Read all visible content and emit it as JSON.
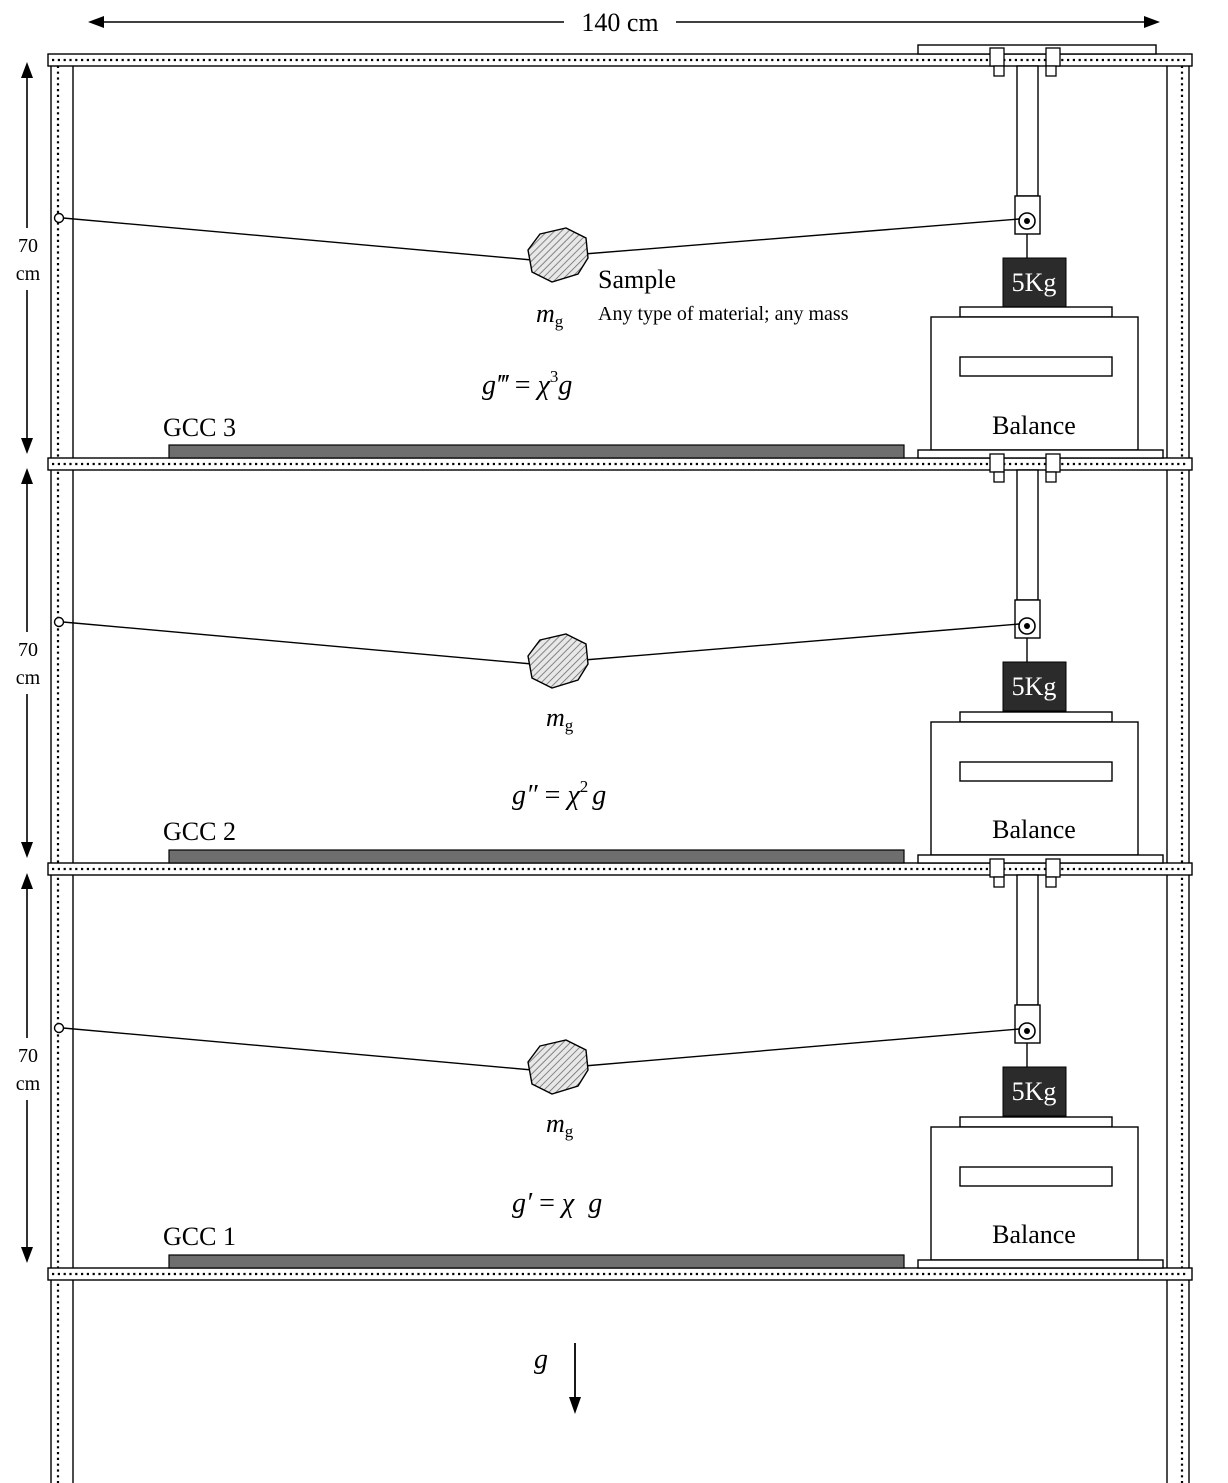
{
  "width_label": "140 cm",
  "shelves": [
    {
      "id": "3",
      "height_value": "70",
      "height_unit": "cm",
      "gcc_label": "GCC 3",
      "weight_label": "5Kg",
      "balance_label": "Balance",
      "mass_symbol": "m",
      "mass_subscript": "g",
      "sample_label": "Sample",
      "sample_note": "Any type of material; any mass",
      "formula_lhs": "g",
      "formula_prime": "‴",
      "formula_eq": " = ",
      "formula_chi": "χ",
      "formula_exp": "3",
      "formula_rhs": "g"
    },
    {
      "id": "2",
      "height_value": "70",
      "height_unit": "cm",
      "gcc_label": "GCC 2",
      "weight_label": "5Kg",
      "balance_label": "Balance",
      "mass_symbol": "m",
      "mass_subscript": "g",
      "formula_lhs": "g",
      "formula_prime": "″",
      "formula_eq": " = ",
      "formula_chi": "χ",
      "formula_exp": "2",
      "formula_rhs": "g"
    },
    {
      "id": "1",
      "height_value": "70",
      "height_unit": "cm",
      "gcc_label": "GCC 1",
      "weight_label": "5Kg",
      "balance_label": "Balance",
      "mass_symbol": "m",
      "mass_subscript": "g",
      "formula_lhs": "g",
      "formula_prime": "′",
      "formula_eq": " = ",
      "formula_chi": "χ",
      "formula_exp": "",
      "formula_rhs": "g"
    }
  ],
  "gravity_label": "g",
  "colors": {
    "gcc_plate": "#6e6e6e",
    "weight_block": "#2b2b2b",
    "sample_fill": "#cfcfcf",
    "line": "#000000"
  }
}
